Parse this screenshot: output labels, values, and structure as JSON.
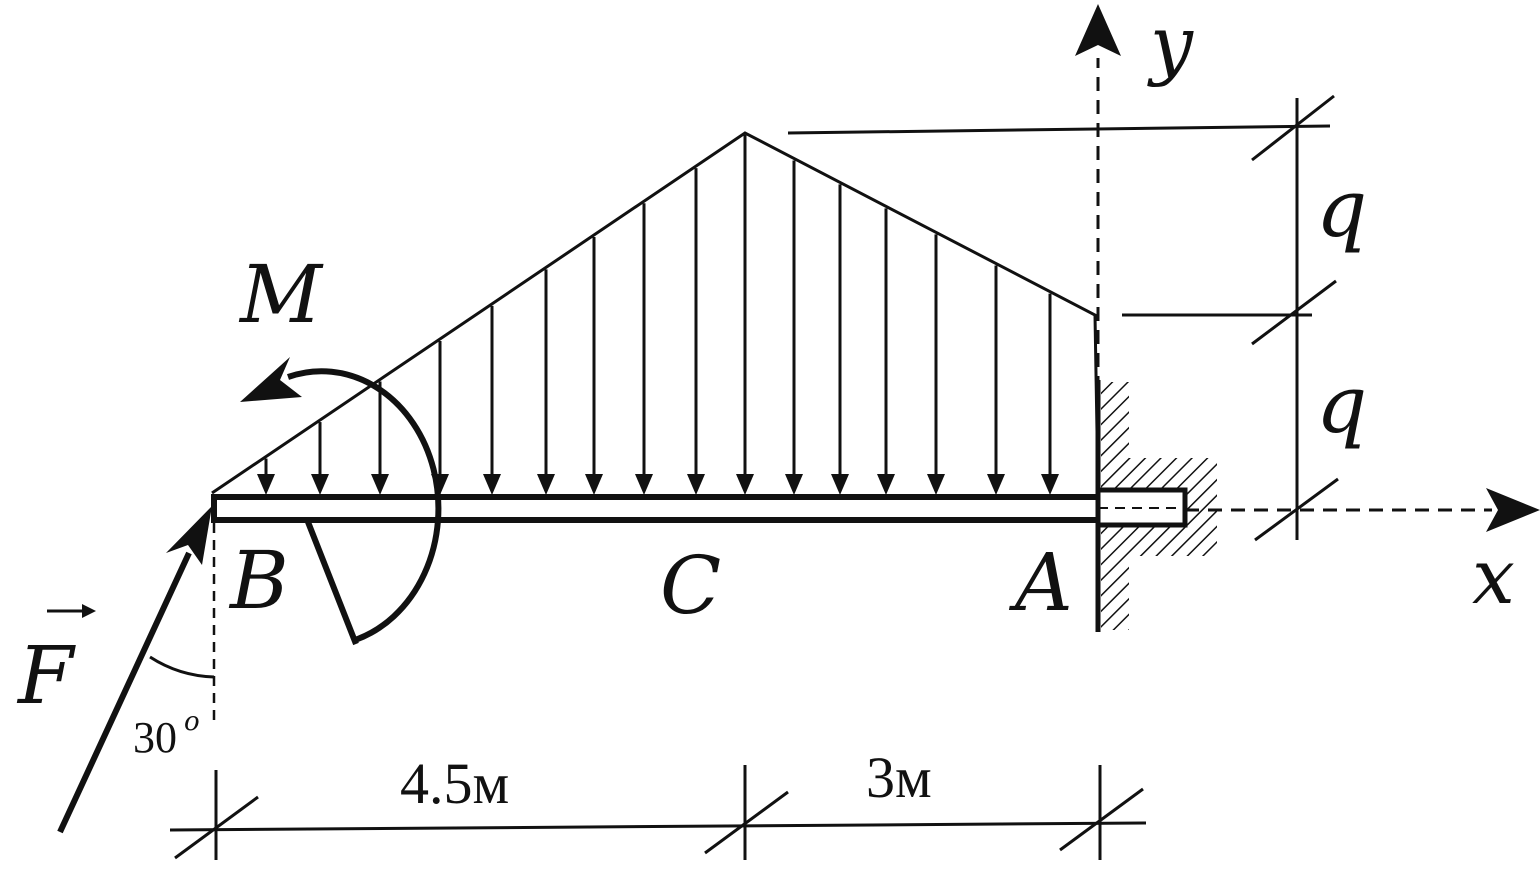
{
  "diagram": {
    "labels": {
      "point_b": "B",
      "point_c": "C",
      "point_a": "A",
      "moment": "M",
      "force": "F",
      "angle": "30",
      "angle_unit": "o",
      "axis_x": "x",
      "axis_y": "y",
      "load_upper": "q",
      "load_lower": "q",
      "dim_left": "4.5м",
      "dim_right": "3м"
    },
    "colors": {
      "ink": "#111111",
      "background": "#ffffff"
    }
  }
}
